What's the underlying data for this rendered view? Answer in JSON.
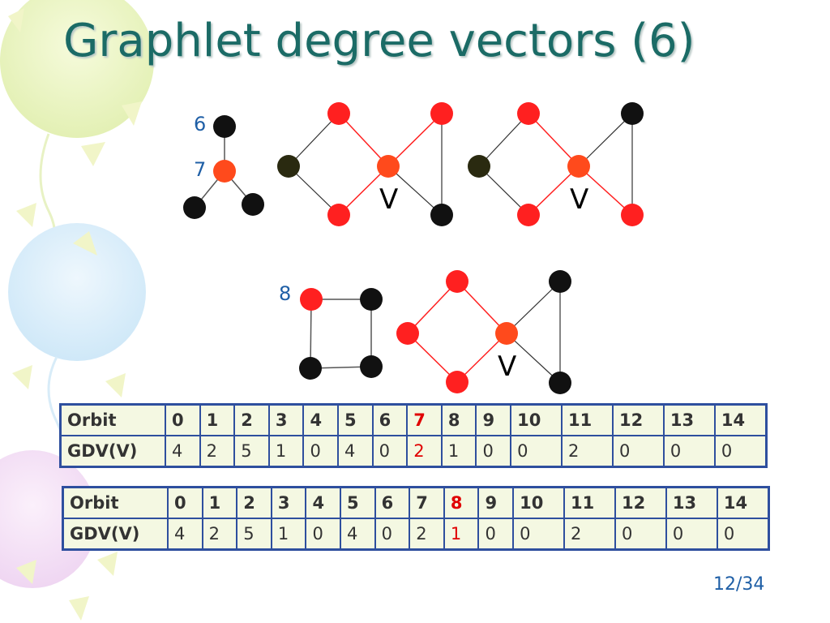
{
  "slide": {
    "title": "Graphlet degree vectors (6)",
    "page_number": "12/34"
  },
  "graph_labels": {
    "orbit6": "6",
    "orbit7": "7",
    "orbit8": "8",
    "v1": "V",
    "v2": "V",
    "v3": "V"
  },
  "colors": {
    "title": "#1b6b66",
    "highlight_node": "#ff2020",
    "target_node": "#ff4a1c",
    "normal_node": "#111111",
    "neutral_node": "#2a2a10",
    "table_border": "#2e4f9e",
    "table_bg": "#f4f8e2",
    "highlight_text": "#e00000"
  },
  "table1": {
    "header_label": "Orbit",
    "row_label": "GDV(V)",
    "orbits": [
      "0",
      "1",
      "2",
      "3",
      "4",
      "5",
      "6",
      "7",
      "8",
      "9",
      "10",
      "11",
      "12",
      "13",
      "14"
    ],
    "values": [
      "4",
      "2",
      "5",
      "1",
      "0",
      "4",
      "0",
      "2",
      "1",
      "0",
      "0",
      "2",
      "0",
      "0",
      "0"
    ],
    "highlight_index": 7
  },
  "table2": {
    "header_label": "Orbit",
    "row_label": "GDV(V)",
    "orbits": [
      "0",
      "1",
      "2",
      "3",
      "4",
      "5",
      "6",
      "7",
      "8",
      "9",
      "10",
      "11",
      "12",
      "13",
      "14"
    ],
    "values": [
      "4",
      "2",
      "5",
      "1",
      "0",
      "4",
      "0",
      "2",
      "1",
      "0",
      "0",
      "2",
      "0",
      "0",
      "0"
    ],
    "highlight_index": 8
  }
}
